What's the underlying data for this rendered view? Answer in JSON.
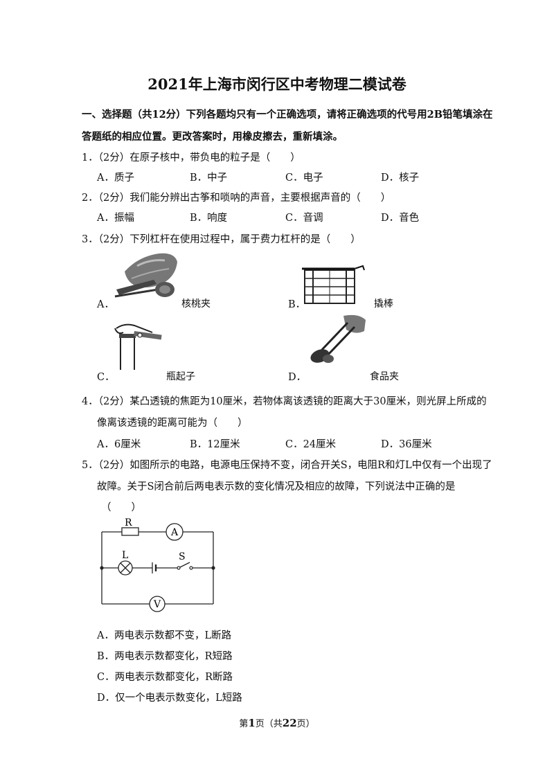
{
  "title": "2021年上海市闵行区中考物理二模试卷",
  "section": {
    "line1": "一、选择题（共12分）下列各题均只有一个正确选项，请将正确选项的代号用2B铅笔填涂在",
    "line2": "答题纸的相应位置。更改答案时，用橡皮擦去，重新填涂。"
  },
  "questions": [
    {
      "num": "1．",
      "stem": [
        "（2分）在原子核中，带负电的粒子是（　　）"
      ],
      "options": [
        "A．质子",
        "B．中子",
        "C．电子",
        "D．核子"
      ]
    },
    {
      "num": "2．",
      "stem": [
        "（2分）我们能分辨出古筝和唢呐的声音，主要根据声音的（　　）"
      ],
      "options": [
        "A．振幅",
        "B．响度",
        "C．音调",
        "D．音色"
      ]
    },
    {
      "num": "3．",
      "stem": [
        "（2分）下列杠杆在使用过程中，属于费力杠杆的是（　　）"
      ],
      "options": [
        {
          "letter": "A．",
          "caption": "核桃夹",
          "icon": "walnut-cracker-image"
        },
        {
          "letter": "B．",
          "caption": "撬棒",
          "icon": "crowbar-crate-image"
        },
        {
          "letter": "C．",
          "caption": "瓶起子",
          "icon": "bottle-opener-image"
        },
        {
          "letter": "D．",
          "caption": "食品夹",
          "icon": "food-tongs-image"
        }
      ]
    },
    {
      "num": "4．",
      "stem": [
        "（2分）某凸透镜的焦距为10厘米，若物体离该透镜的距离大于30厘米，则光屏上所成的",
        "像离该透镜的距离可能为（　　）"
      ],
      "options": [
        "A．6厘米",
        "B．12厘米",
        "C．24厘米",
        "D．36厘米"
      ]
    },
    {
      "num": "5．",
      "stem": [
        "（2分）如图所示的电路，电源电压保持不变，闭合开关S，电阻R和灯L中仅有一个出现了",
        "故障。关于S闭合前后两电表示数的变化情况及相应的故障，下列说法中正确的是",
        "（　　）"
      ],
      "circuit": {
        "resistor": "R",
        "ammeter": "A",
        "lamp": "L",
        "switch": "S",
        "voltmeter": "V"
      },
      "options": [
        "A．两电表示数都不变，L断路",
        "B．两电表示数都变化，R短路",
        "C．两电表示数都变化，R断路",
        "D．仅一个电表示数变化，L短路"
      ]
    }
  ],
  "footer": {
    "prefix": "第",
    "page": "1",
    "mid": "页（共",
    "total": "22",
    "suffix": "页）"
  }
}
